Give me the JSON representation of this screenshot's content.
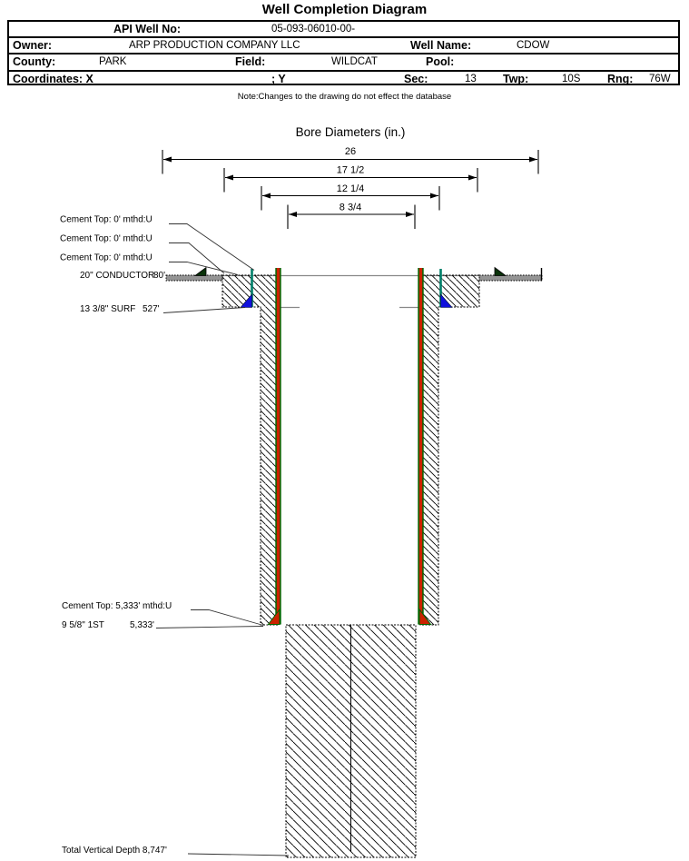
{
  "page": {
    "title": "Well Completion Diagram",
    "note": "Note:Changes to the drawing do not effect the database"
  },
  "table": {
    "api": {
      "label": "API Well No:",
      "value": "05-093-06010-00-"
    },
    "owner": {
      "label": "Owner:",
      "value": "ARP PRODUCTION COMPANY LLC"
    },
    "well_name": {
      "label": "Well Name:",
      "value": "CDOW"
    },
    "county": {
      "label": "County:",
      "value": "PARK"
    },
    "field": {
      "label": "Field:",
      "value": "WILDCAT"
    },
    "pool": {
      "label": "Pool:",
      "value": ""
    },
    "coordinates": {
      "label": "Coordinates: X",
      "y_label": "; Y"
    },
    "sec": {
      "label": "Sec:",
      "value": "13"
    },
    "twp": {
      "label": "Twp:",
      "value": "10S"
    },
    "rng": {
      "label": "Rng:",
      "value": "76W"
    }
  },
  "bore": {
    "title": "Bore Diameters (in.)",
    "diameters": [
      "26",
      "17 1/2",
      "12 1/4",
      "8 3/4"
    ]
  },
  "annotations": {
    "cement_top_1": "Cement Top: 0' mthd:U",
    "cement_top_2": "Cement Top: 0' mthd:U",
    "cement_top_3": "Cement Top: 0' mthd:U",
    "conductor_name": "20\" CONDUCTOR",
    "conductor_depth": "80'",
    "surface_name": "13 3/8\" SURF",
    "surface_depth": "527'",
    "cement_top_4": "Cement Top: 5,333' mthd:U",
    "string1_name": "9 5/8\" 1ST",
    "string1_depth": "5,333'",
    "tvd": "Total Vertical Depth 8,747'"
  },
  "colors": {
    "casing": "#cc2200",
    "surface_casing": "#00806a",
    "cement": "#006600",
    "shoe": "#1111dd",
    "conductor_shoe": "#0a330a",
    "depth_line": "#888888"
  }
}
